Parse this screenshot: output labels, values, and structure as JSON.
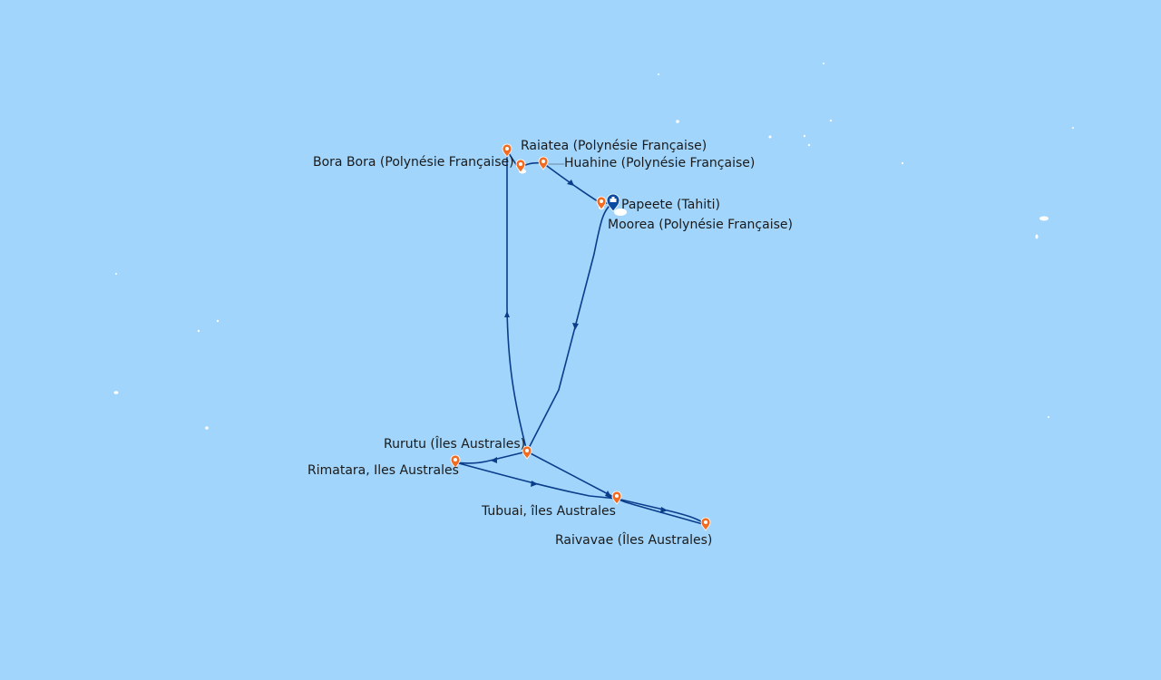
{
  "map": {
    "ocean_color": "#a1d5fc",
    "route_color": "#0a3d8a",
    "port_marker_color": "#f26b21",
    "home_port_marker_color": "#0a4aa0"
  },
  "ports": {
    "papeete": {
      "name": "Papeete (Tahiti)",
      "type": "home-port"
    },
    "moorea": {
      "name": "Moorea (Polynésie Française)",
      "type": "port"
    },
    "raiatea": {
      "name": "Raiatea (Polynésie Française)",
      "type": "port"
    },
    "bora_bora": {
      "name": "Bora Bora (Polynésie Française)",
      "type": "port"
    },
    "huahine": {
      "name": "Huahine (Polynésie Française)",
      "type": "port"
    },
    "rurutu": {
      "name": "Rurutu (Îles Australes)",
      "type": "port"
    },
    "rimatara": {
      "name": "Rimatara, Iles Australes",
      "type": "port"
    },
    "tubuai": {
      "name": "Tubuai, îles Australes",
      "type": "port"
    },
    "raivavae": {
      "name": "Raivavae (Îles Australes)",
      "type": "port"
    }
  },
  "icons": {
    "port_marker": "map-pin-icon",
    "home_port_marker": "ship-pin-icon"
  }
}
